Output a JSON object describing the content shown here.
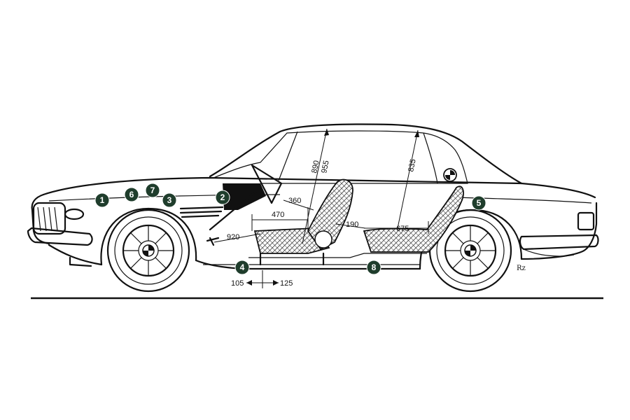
{
  "callouts": [
    {
      "id": "callout-1",
      "label": "1"
    },
    {
      "id": "callout-2",
      "label": "2"
    },
    {
      "id": "callout-3",
      "label": "3"
    },
    {
      "id": "callout-4",
      "label": "4"
    },
    {
      "id": "callout-5",
      "label": "5"
    },
    {
      "id": "callout-6",
      "label": "6"
    },
    {
      "id": "callout-7",
      "label": "7"
    },
    {
      "id": "callout-8",
      "label": "8"
    }
  ],
  "dimensions": {
    "head_front_a": "890",
    "head_front_b": "955",
    "head_rear": "835",
    "seat_depth": "470",
    "seat_to_wheel": "360",
    "pedal_reach": "920",
    "legroom_rear": "190",
    "rear_seat": "675",
    "seat_travel_fwd": "105",
    "seat_travel_back": "125"
  },
  "signature": "Rz",
  "colors": {
    "line": "#111111",
    "badge": "#1f3d2c",
    "upholstery": "#555555"
  }
}
